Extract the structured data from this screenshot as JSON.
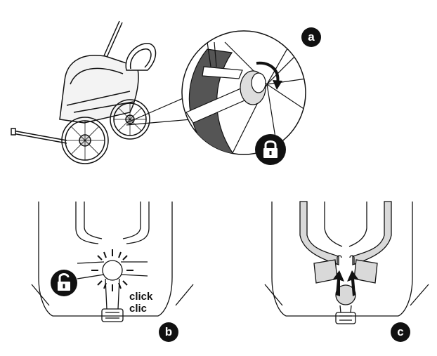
{
  "labels": {
    "panel_a": "a",
    "panel_b": "b",
    "panel_c": "c",
    "click_en": "click",
    "click_fr": "clic"
  },
  "icons": {
    "lock_closed": "lock-closed-icon",
    "lock_open": "lock-open-icon",
    "rotate_arrow": "rotate-arrow-icon",
    "up_arrows": "up-arrows-icon"
  },
  "colors": {
    "line": "#111111",
    "grey_fill": "#d9d9d9",
    "tire_fill": "#555555",
    "badge": "#111111"
  }
}
